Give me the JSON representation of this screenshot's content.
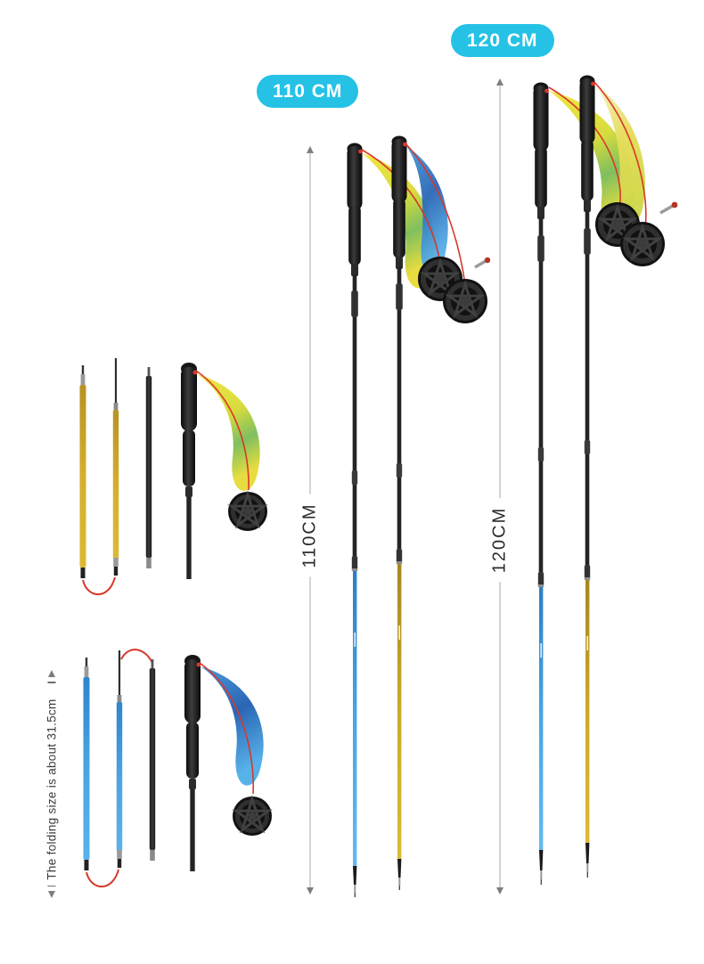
{
  "page": {
    "background": "#ffffff"
  },
  "badges": {
    "size_110": "110 CM",
    "size_120": "120 CM"
  },
  "dimensions": {
    "pair_110_label": "110CM",
    "pair_120_label": "120CM",
    "folding_note": "The folding size is about 31.5cm"
  },
  "icons": {
    "arrow_up": "triangle-up",
    "arrow_down": "triangle-down"
  },
  "colors": {
    "badge_bg": "#25c2e6",
    "badge_text": "#ffffff",
    "pole_blue": "#49a5e5",
    "pole_yellow": "#cda92b",
    "strap_yellow": "#e8dd40",
    "strap_blue": "#2a66b4",
    "cord_red": "#d8372a",
    "grip_black": "#1c1c1c",
    "dimension_line": "#a9a9a9",
    "dimension_text": "#2b2b2b",
    "note_text": "#3c3c3c"
  }
}
